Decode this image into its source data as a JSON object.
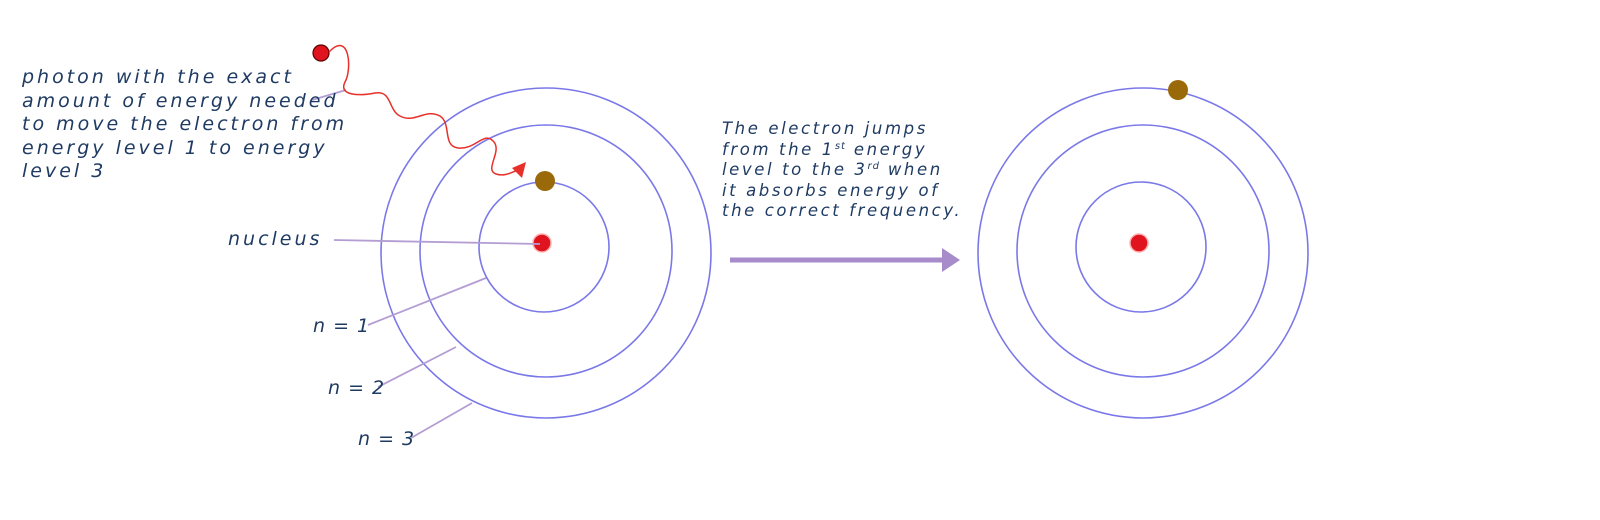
{
  "photon_text": {
    "lines": [
      "photon with the exact",
      "amount of energy needed",
      "to move the electron from",
      "energy level 1 to energy",
      "level 3"
    ]
  },
  "jump_text": {
    "line1": "The electron jumps",
    "line2": "from the 1",
    "line2_sup": "st",
    "line2_rest": " energy",
    "line3": "level to the 3",
    "line3_sup": "rd",
    "line3_rest": " when",
    "line4": "it absorbs energy of",
    "line5": "the correct frequency."
  },
  "labels": {
    "nucleus": "nucleus",
    "n1": "n = 1",
    "n2": "n = 2",
    "n3": "n = 3"
  },
  "colors": {
    "orbit": "#7a78e8",
    "nucleus": "#e0141e",
    "electron": "#9a6a0a",
    "photon": "#e8302a",
    "leader": "#b39dd3",
    "arrow": "#a78bcb",
    "text": "#1f3b63"
  }
}
